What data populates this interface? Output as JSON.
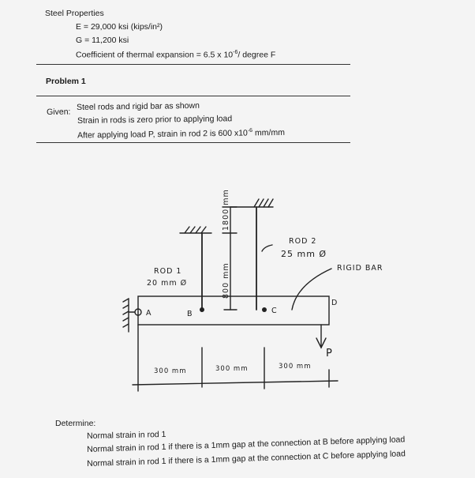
{
  "header": {
    "title": "Steel Properties",
    "e_line": "E = 29,000 ksi (kips/in²)",
    "g_line": "G = 11,200 ksi",
    "thermal_prefix": "Coefficient of thermal expansion = 6.5 x 10",
    "thermal_exp": "-6",
    "thermal_suffix": "/ degree F"
  },
  "problem": {
    "label": "Problem 1"
  },
  "given": {
    "label": "Given:",
    "line1": "Steel rods and rigid bar as shown",
    "line2": "Strain in rods is zero prior to applying load",
    "line3_prefix": "After applying load P, strain in rod 2 is 600 x10",
    "line3_exp": "-6",
    "line3_suffix": " mm/mm"
  },
  "figure": {
    "rod1_label_line1": "ROD 1",
    "rod1_label_line2": "20 mm Ø",
    "rod2_label_line1": "ROD 2",
    "rod2_label_line2": "25 mm Ø",
    "rigid_bar_label": "RIGID BAR",
    "rod1_length": "800 mm",
    "rod2_length": "1800 mm",
    "point_a": "A",
    "point_b": "B",
    "point_c": "C",
    "point_d": "D",
    "load_label": "P",
    "dim_ab": "300 mm",
    "dim_bc": "300 mm",
    "dim_cd": "300 mm"
  },
  "determine": {
    "label": "Determine:",
    "item1": "Normal strain in rod 1",
    "item2": "Normal strain in rod 1 if there is a 1mm gap at the connection at B before applying load",
    "item3": "Normal strain in rod 1 if there is a 1mm gap at the connection at C before applying load"
  }
}
